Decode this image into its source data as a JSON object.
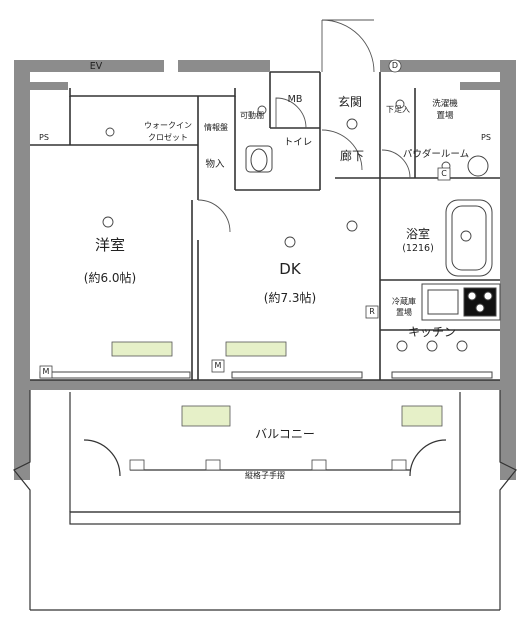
{
  "labels": {
    "ev": "EV",
    "ps_left": "PS",
    "ps_right": "PS",
    "mb": "MB",
    "entrance": "玄関",
    "shoe_box": "下足入",
    "washer_line1": "洗濯機",
    "washer_line2": "置場",
    "walkin_line1": "ウォークイン",
    "walkin_line2": "クロゼット",
    "info_panel": "情報盤",
    "movable_shelf": "可動棚",
    "storage": "物入",
    "toilet": "トイレ",
    "corridor": "廊下",
    "powder_room": "パウダールーム",
    "western_room": "洋室",
    "western_room_size": "(約6.0帖)",
    "dk": "DK",
    "dk_size": "(約7.3帖)",
    "bath": "浴室",
    "bath_size": "(1216)",
    "fridge_line1": "冷蔵庫",
    "fridge_line2": "置場",
    "kitchen": "キッチン",
    "balcony": "バルコニー",
    "railing": "縦格子手摺",
    "mark_m_left": "M",
    "mark_m_right": "M",
    "mark_r": "R",
    "mark_c": "C",
    "mark_d": "D"
  },
  "colors": {
    "wall": "#8c8c8c",
    "line": "#333333",
    "fixture": "#e6f0c8"
  }
}
